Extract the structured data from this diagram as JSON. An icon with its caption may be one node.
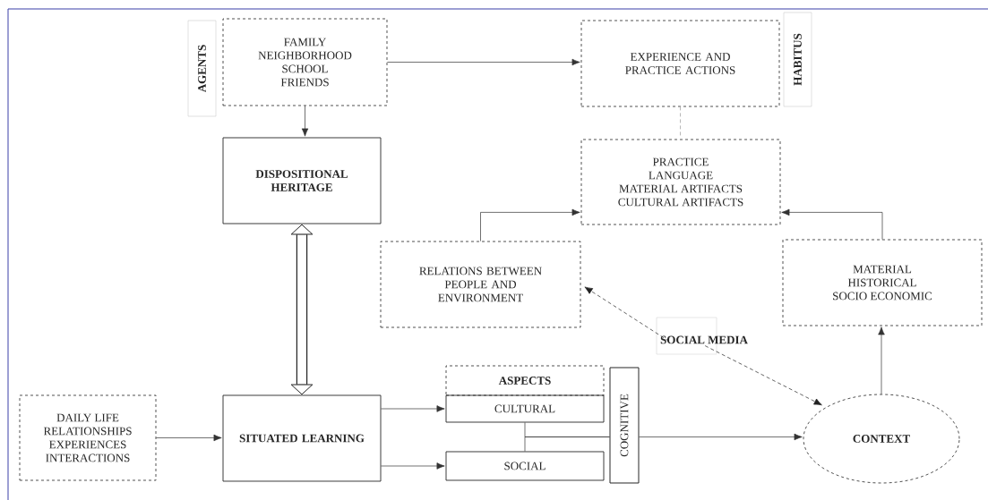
{
  "diagram": {
    "nodes": [
      {
        "text": [
          "AGENTS"
        ]
      },
      {
        "text": [
          "FAMILY",
          "NEIGHBORHOOD",
          "SCHOOL",
          "FRIENDS"
        ]
      },
      {
        "text": [
          "DISPOSITIONAL HERITAGE"
        ]
      },
      {
        "text": [
          "EXPERIENCE AND PRACTICE ACTIONS"
        ]
      },
      {
        "text": [
          "HABITUS"
        ]
      },
      {
        "text": [
          "PRACTICE",
          "LANGUAGE",
          "MATERIAL ARTIFACTS",
          "CULTURAL ARTIFACTS"
        ]
      },
      {
        "text": [
          "RELATIONS BETWEEN PEOPLE AND ENVIRONMENT"
        ]
      },
      {
        "text": [
          "MATERIAL",
          "HISTORICAL",
          "SOCIO ECONOMIC"
        ]
      },
      {
        "text": [
          "SOCIAL MEDIA"
        ]
      },
      {
        "text": [
          "DAILY LIFE",
          "RELATIONSHIPS",
          "EXPERIENCES",
          "INTERACTIONS"
        ]
      },
      {
        "text": [
          "SITUATED LEARNING"
        ]
      },
      {
        "text": [
          "ASPECTS"
        ]
      },
      {
        "text": [
          "CULTURAL"
        ]
      },
      {
        "text": [
          "SOCIAL"
        ]
      },
      {
        "text": [
          "COGNITIVE"
        ]
      },
      {
        "text": [
          "CONTEXT"
        ]
      }
    ],
    "edges": [
      {
        "from": 1,
        "to": 2,
        "arrow": "to"
      },
      {
        "from": 1,
        "to": 3,
        "arrow": "to"
      },
      {
        "from": 3,
        "to": 5,
        "arrow": "none",
        "style": "dashed",
        "color": "#999999"
      },
      {
        "from": 6,
        "to": 5,
        "arrow": "to"
      },
      {
        "from": 7,
        "to": 5,
        "arrow": "to"
      },
      {
        "from": 2,
        "to": 10,
        "arrow": "both",
        "style": "thick",
        "color": "#222222"
      },
      {
        "from": 9,
        "to": 10,
        "arrow": "to"
      },
      {
        "from": 10,
        "to": 12,
        "arrow": "to"
      },
      {
        "from": 10,
        "to": 13,
        "arrow": "to"
      },
      {
        "from": 12,
        "to": 14,
        "arrow": "none"
      },
      {
        "from": 13,
        "to": 14,
        "arrow": "none"
      },
      {
        "from": 14,
        "to": 15,
        "arrow": "to"
      },
      {
        "from": 8,
        "to": 6,
        "arrow": "to",
        "style": "dashed",
        "color": "#222222"
      },
      {
        "from": 8,
        "to": 15,
        "arrow": "to",
        "style": "dashed",
        "color": "#222222"
      },
      {
        "from": 15,
        "to": 7,
        "arrow": "to"
      }
    ]
  }
}
